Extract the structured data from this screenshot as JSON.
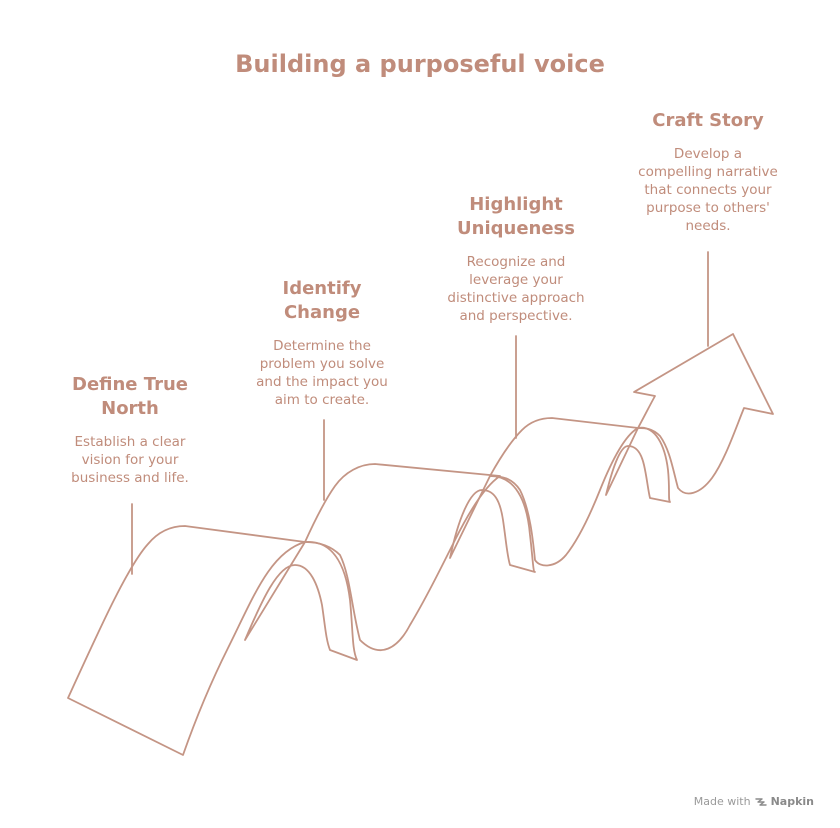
{
  "title": "Building a purposeful voice",
  "steps": [
    {
      "title_lines": [
        "Define True",
        "North"
      ],
      "description_lines": [
        "Establish a clear",
        "vision for your",
        "business and life."
      ]
    },
    {
      "title_lines": [
        "Identify",
        "Change"
      ],
      "description_lines": [
        "Determine the",
        "problem you solve",
        "and the impact you",
        "aim to create."
      ]
    },
    {
      "title_lines": [
        "Highlight",
        "Uniqueness"
      ],
      "description_lines": [
        "Recognize and",
        "leverage your",
        "distinctive approach",
        "and perspective."
      ]
    },
    {
      "title_lines": [
        "Craft Story"
      ],
      "description_lines": [
        "Develop a",
        "compelling narrative",
        "that connects your",
        "purpose to others'",
        "needs."
      ]
    }
  ],
  "footer": {
    "made_with": "Made with",
    "brand": "Napkin"
  },
  "colors": {
    "accent": "#c08c7b",
    "stroke": "#c49585",
    "footer_text": "#9a9a9a"
  },
  "icons": {
    "brand": "napkin-logo-icon"
  }
}
